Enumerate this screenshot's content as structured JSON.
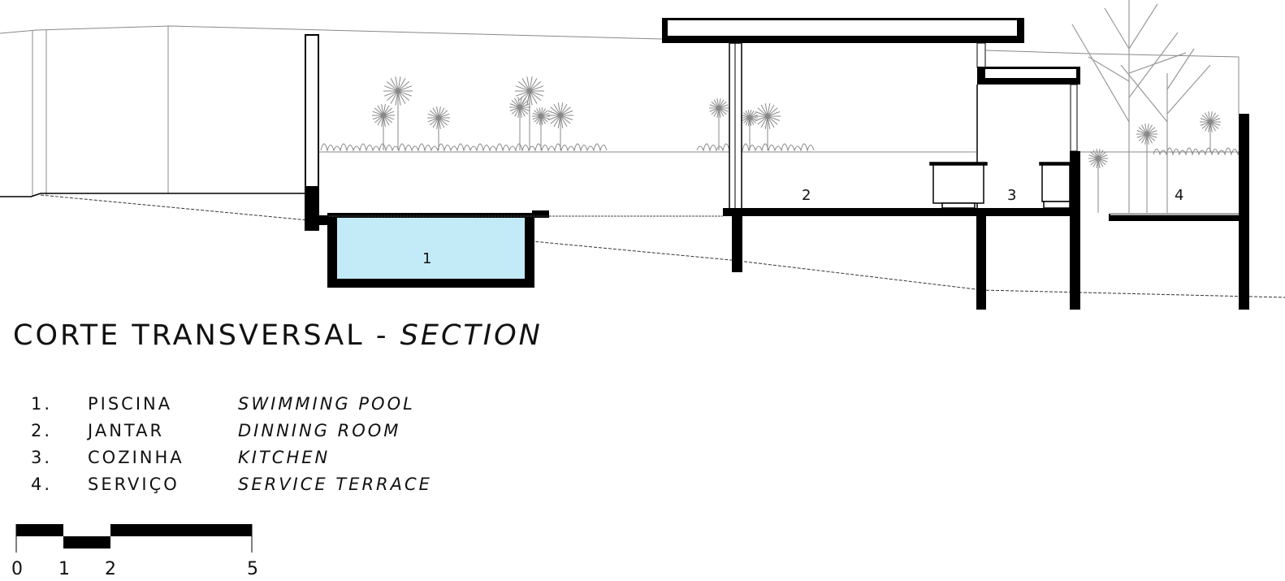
{
  "title": {
    "pt": "CORTE TRANSVERSAL",
    "separator": "-",
    "en": "SECTION"
  },
  "legend": [
    {
      "num": "1.",
      "pt": "PISCINA",
      "en": "SWIMMING POOL"
    },
    {
      "num": "2.",
      "pt": "JANTAR",
      "en": "DINNING ROOM"
    },
    {
      "num": "3.",
      "pt": "COZINHA",
      "en": "KITCHEN"
    },
    {
      "num": "4.",
      "pt": "SERVIÇO",
      "en": "SERVICE TERRACE"
    }
  ],
  "room_labels": [
    "1",
    "2",
    "3",
    "4"
  ],
  "scale_bar": {
    "ticks": [
      "0",
      "1",
      "2",
      "5"
    ]
  },
  "colors": {
    "structure": "#000000",
    "pool_water": "#c3ebf7",
    "plants": "#888888",
    "lines": "#777777"
  }
}
